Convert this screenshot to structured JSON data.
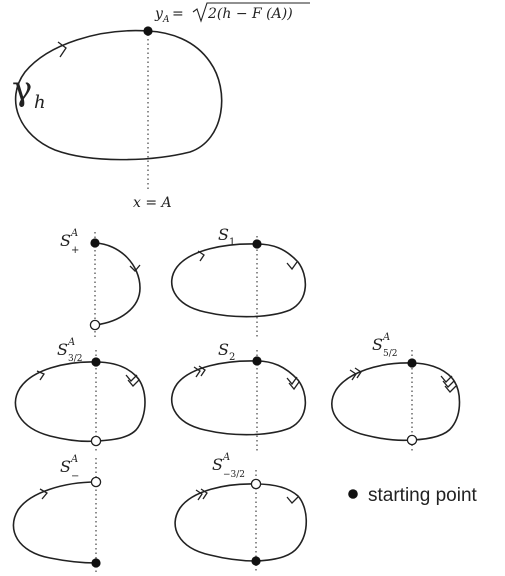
{
  "top": {
    "gamma": "γ",
    "gamma_sub": "h",
    "ya_label": "y",
    "ya_sub": "A",
    "ya_rhs": " = ",
    "ya_radicand": "2(h − F (A))",
    "x_eq_a": "x = A"
  },
  "labels": {
    "s_plus": "S",
    "s_plus_sup": "A",
    "s_plus_sub": "+",
    "s_1": "S",
    "s_1_sub": "1",
    "s_3_2": "S",
    "s_3_2_sup": "A",
    "s_3_2_sub": "3/2",
    "s_2": "S",
    "s_2_sub": "2",
    "s_5_2": "S",
    "s_5_2_sup": "A",
    "s_5_2_sub": "5/2",
    "s_minus": "S",
    "s_minus_sup": "A",
    "s_minus_sub": "−",
    "s_m3_2": "S",
    "s_m3_2_sup": "A",
    "s_m3_2_sub": "−3/2"
  },
  "legend": {
    "text": "starting point"
  }
}
